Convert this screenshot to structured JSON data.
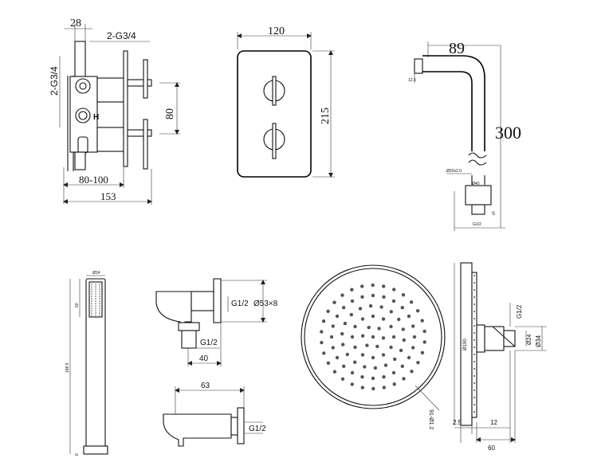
{
  "valve": {
    "dims": {
      "top_width": "28",
      "outlets": "2-G3/4",
      "inlets": "2-G3/4",
      "centers": "80",
      "depth_range": "80-100",
      "total_depth": "153"
    },
    "label_hot": "H"
  },
  "faceplate": {
    "width": "120",
    "height": "215"
  },
  "arm": {
    "projection": "89",
    "drop": "300",
    "small_1": "12.5",
    "small_2": "Ø20x2.0",
    "small_3": "Ø40",
    "small_4": "S",
    "small_5": "G1/2"
  },
  "handset": {
    "diameter": "Ø24",
    "head_len": "60",
    "total_len": "198.5",
    "base": "6"
  },
  "elbow": {
    "thread": "G1/2",
    "flange": "Ø53×8",
    "outlet": "G1/2",
    "depth": "40"
  },
  "holder": {
    "length": "63",
    "thread": "G1/2"
  },
  "showerhead": {
    "diameter": "Ø190",
    "nozzles": "91-Ø1.2"
  },
  "arm_side": {
    "thread": "G1/2",
    "d1": "Ø24",
    "d2": "Ø34",
    "thick": "2.5",
    "gap": "12",
    "depth": "60"
  }
}
